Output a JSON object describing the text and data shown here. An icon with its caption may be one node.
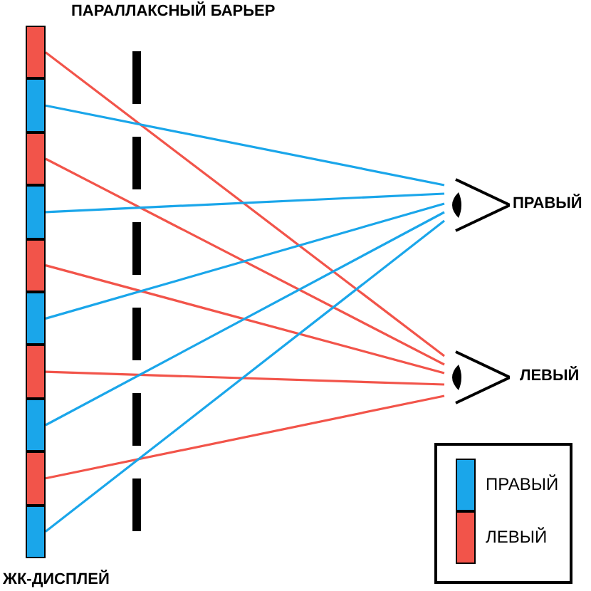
{
  "diagram": {
    "nodes": [
      {
        "text": [],
        "shape": "box"
      },
      {
        "text": [],
        "shape": "box"
      },
      {
        "text": [],
        "shape": "box"
      },
      {
        "text": [],
        "shape": "box"
      },
      {
        "text": [],
        "shape": "box"
      },
      {
        "text": [],
        "shape": "box"
      },
      {
        "text": [],
        "shape": "box"
      },
      {
        "text": [],
        "shape": "box"
      },
      {
        "text": [],
        "shape": "box"
      },
      {
        "text": [],
        "shape": "box"
      },
      {
        "text": [],
        "shape": "eye",
        "beside": [
          "ПРАВЫЙ"
        ]
      },
      {
        "text": [],
        "shape": "eye",
        "beside": [
          "ЛЕВЫЙ"
        ]
      }
    ],
    "edges": [
      {
        "from": 0,
        "to": 11,
        "arrow": "none",
        "color": "#f2544a"
      },
      {
        "from": 1,
        "to": 10,
        "arrow": "none",
        "color": "#1aa6ea"
      },
      {
        "from": 2,
        "to": 11,
        "arrow": "none",
        "color": "#f2544a"
      },
      {
        "from": 3,
        "to": 10,
        "arrow": "none",
        "color": "#1aa6ea"
      },
      {
        "from": 4,
        "to": 11,
        "arrow": "none",
        "color": "#f2544a"
      },
      {
        "from": 5,
        "to": 10,
        "arrow": "none",
        "color": "#1aa6ea"
      },
      {
        "from": 6,
        "to": 11,
        "arrow": "none",
        "color": "#f2544a"
      },
      {
        "from": 7,
        "to": 10,
        "arrow": "none",
        "color": "#1aa6ea"
      },
      {
        "from": 8,
        "to": 11,
        "arrow": "none",
        "color": "#f2544a"
      },
      {
        "from": 9,
        "to": 10,
        "arrow": "none",
        "color": "#1aa6ea"
      }
    ],
    "labels": [
      "ПАРАЛЛАКСНЫЙ БАРЬЕР",
      "ЖК-ДИСПЛЕЙ"
    ],
    "legend": [
      {
        "text": "ПРАВЫЙ",
        "color": "#1aa6ea"
      },
      {
        "text": "ЛЕВЫЙ",
        "color": "#f2544a"
      }
    ]
  }
}
